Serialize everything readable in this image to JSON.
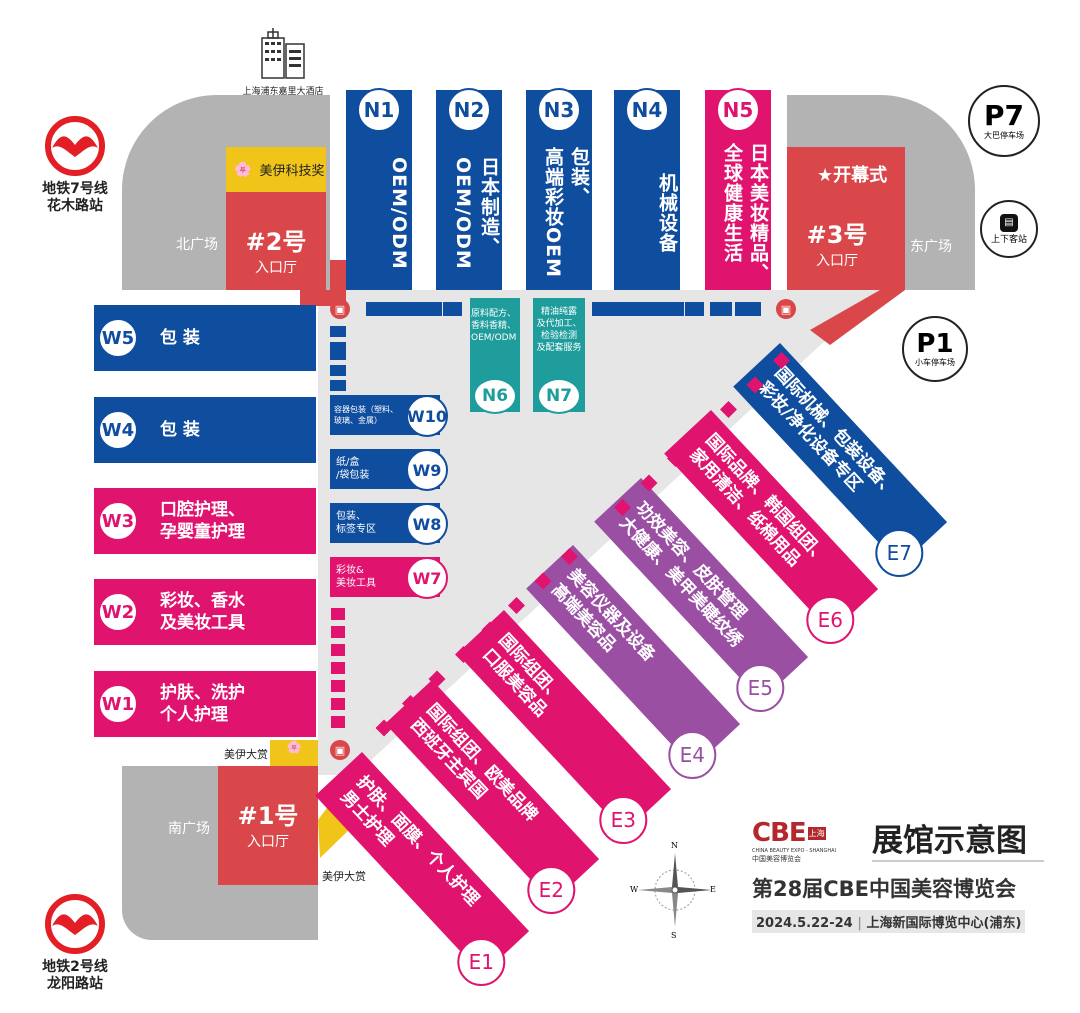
{
  "colors": {
    "blue": "#0f4d9e",
    "pink": "#e0136e",
    "purple": "#9a4fa3",
    "teal": "#1f9c9c",
    "red": "#d9474a",
    "yellow": "#f0c419",
    "plaza": "#b3b3b3",
    "floor": "#e6e6e6"
  },
  "hotel": {
    "icon": "building-icon",
    "label": "上海浦东嘉里大酒店"
  },
  "metro": [
    {
      "icon": "shanghai-metro-icon",
      "label": "地铁7号线\n花木路站"
    },
    {
      "icon": "shanghai-metro-icon",
      "label": "地铁2号线\n龙阳路站"
    }
  ],
  "plazas": {
    "north": "北广场",
    "east": "东广场",
    "south": "南广场"
  },
  "entrances": [
    {
      "num": "#2号",
      "label": "入口厅"
    },
    {
      "num": "#3号",
      "label": "入口厅"
    },
    {
      "num": "#1号",
      "label": "入口厅"
    }
  ],
  "awards": {
    "tech": "美伊科技奖",
    "grand_w": "美伊大赏",
    "grand_s": "美伊大赏"
  },
  "opening": {
    "icon": "star-icon",
    "label": "开幕式"
  },
  "parking": [
    {
      "code": "P7",
      "label": "大巴停车场"
    },
    {
      "code": "P1",
      "label": "小车停车场"
    }
  ],
  "dropoff": {
    "icon": "bus-stop-icon",
    "label": "上下客站"
  },
  "north_halls": [
    {
      "id": "N1",
      "text": "OEM/ODM",
      "color": "blue"
    },
    {
      "id": "N2",
      "text": "日本制造、\nOEM/ODM",
      "color": "blue"
    },
    {
      "id": "N3",
      "text": "包装、\n高端彩妆OEM",
      "color": "blue"
    },
    {
      "id": "N4",
      "text": "机械设备",
      "color": "blue"
    },
    {
      "id": "N5",
      "text": "日本美妆精品、\n全球健康生活",
      "color": "pink"
    },
    {
      "id": "N6",
      "text": "原料配方、\n香料香精、\nOEM/ODM",
      "color": "teal"
    },
    {
      "id": "N7",
      "text": "精油纯露\n及代加工、\n检验检测\n及配套服务",
      "color": "teal"
    }
  ],
  "west_halls": [
    {
      "id": "W5",
      "text": "包 装",
      "color": "blue"
    },
    {
      "id": "W4",
      "text": "包 装",
      "color": "blue"
    },
    {
      "id": "W3",
      "text": "口腔护理、\n孕婴童护理",
      "color": "pink"
    },
    {
      "id": "W2",
      "text": "彩妆、香水\n及美妆工具",
      "color": "pink"
    },
    {
      "id": "W1",
      "text": "护肤、洗护\n个人护理",
      "color": "pink"
    },
    {
      "id": "W10",
      "text": "容器包装（塑料、\n玻璃、金属）",
      "color": "blue"
    },
    {
      "id": "W9",
      "text": "纸/盒\n/袋包装",
      "color": "blue"
    },
    {
      "id": "W8",
      "text": "包装、\n标签专区",
      "color": "blue"
    },
    {
      "id": "W7",
      "text": "彩妆&\n美妆工具",
      "color": "pink"
    }
  ],
  "east_halls": [
    {
      "id": "E1",
      "line1": "护肤、面膜、个人护理",
      "line2": "男士护理",
      "color": "pink"
    },
    {
      "id": "E2",
      "line1": "国际组团、欧美品牌",
      "line2": "西班牙主宾国",
      "color": "pink"
    },
    {
      "id": "E3",
      "line1": "国际组团、",
      "line2": "口服美容品",
      "color": "pink"
    },
    {
      "id": "E4",
      "line1": "美容仪器及设备",
      "line2": "高端美容品",
      "color": "purple"
    },
    {
      "id": "E5",
      "line1": "功效美容、皮肤管理",
      "line2": "大健康、美甲美睫纹绣",
      "color": "purple"
    },
    {
      "id": "E6",
      "line1": "国际品牌、韩国组团、",
      "line2": "家用清洁、纸棉用品",
      "color": "pink"
    },
    {
      "id": "E7",
      "line1": "国际机械、包装设备、",
      "line2": "彩妆/净化设备专区",
      "color": "blue"
    }
  ],
  "compass": {
    "n": "N",
    "s": "S",
    "e": "E",
    "w": "W"
  },
  "branding": {
    "logo": "CBE",
    "logo_city": "上海",
    "logo_en": "CHINA BEAUTY EXPO - SHANGHAI",
    "logo_cn": "中国美容博览会",
    "title": "展馆示意图",
    "event": "第28届CBE中国美容博览会",
    "date": "2024.5.22-24",
    "venue": "上海新国际博览中心(浦东)"
  }
}
